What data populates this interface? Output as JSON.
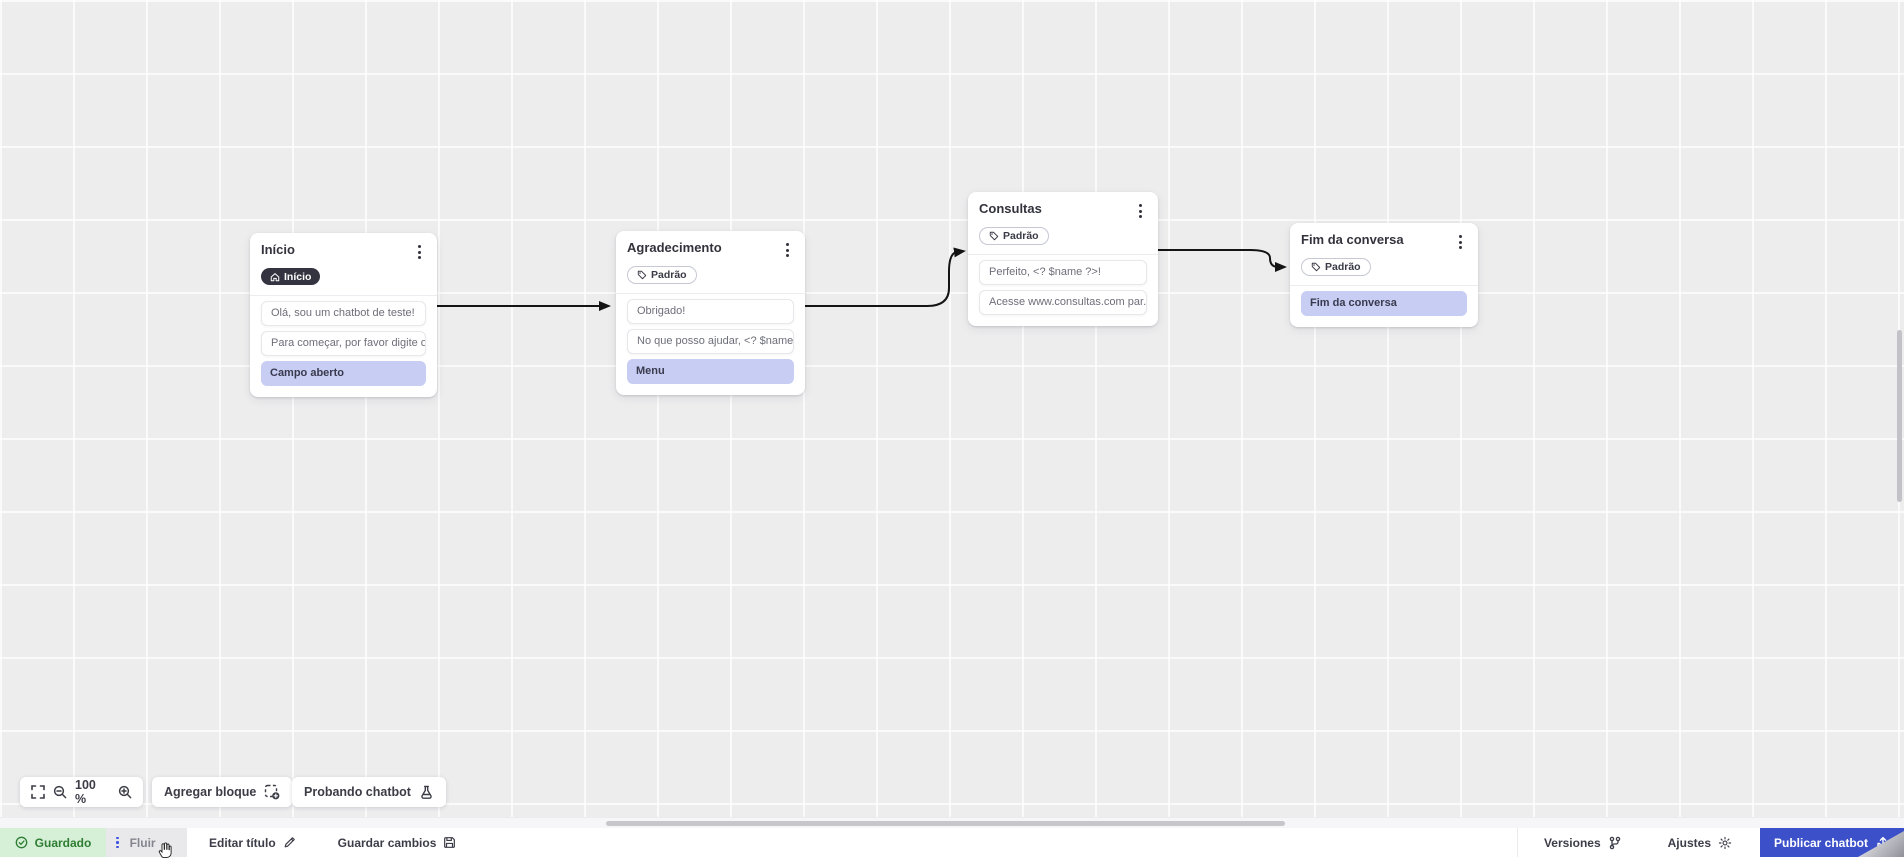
{
  "canvas": {
    "nodes": [
      {
        "title": "Início",
        "badge": {
          "label": "Início",
          "type": "dark",
          "icon": "home-icon"
        },
        "messages": [
          "Olá, sou um chatbot de teste!",
          "Para começar, por favor digite o ..."
        ],
        "choices": [
          "Campo aberto"
        ]
      },
      {
        "title": "Agradecimento",
        "badge": {
          "label": "Padrão",
          "type": "outline",
          "icon": "tag-icon"
        },
        "messages": [
          "Obrigado!",
          "No que posso ajudar, <? $name ..."
        ],
        "choices": [
          "Menu"
        ]
      },
      {
        "title": "Consultas",
        "badge": {
          "label": "Padrão",
          "type": "outline",
          "icon": "tag-icon"
        },
        "messages": [
          "Perfeito, <? $name ?>!",
          "Acesse www.consultas.com par..."
        ],
        "choices": []
      },
      {
        "title": "Fim da conversa",
        "badge": {
          "label": "Padrão",
          "type": "outline",
          "icon": "tag-icon"
        },
        "messages": [],
        "choices": [
          "Fim da conversa"
        ]
      }
    ]
  },
  "toolbar": {
    "zoom_level": "100 %",
    "add_block_label": "Agregar bloque",
    "test_chatbot_label": "Probando chatbot"
  },
  "statusbar": {
    "saved_label": "Guardado",
    "flow_tab_label": "Fluir",
    "edit_title_label": "Editar título",
    "save_changes_label": "Guardar cambios",
    "versions_label": "Versiones",
    "settings_label": "Ajustes",
    "publish_label": "Publicar chatbot"
  },
  "colors": {
    "accent_blue": "#3b50c9",
    "choice_highlight": "#c7cdf3",
    "saved_bg": "#d6f0d8",
    "saved_text": "#2e7d32",
    "node_badge_dark": "#343440"
  }
}
